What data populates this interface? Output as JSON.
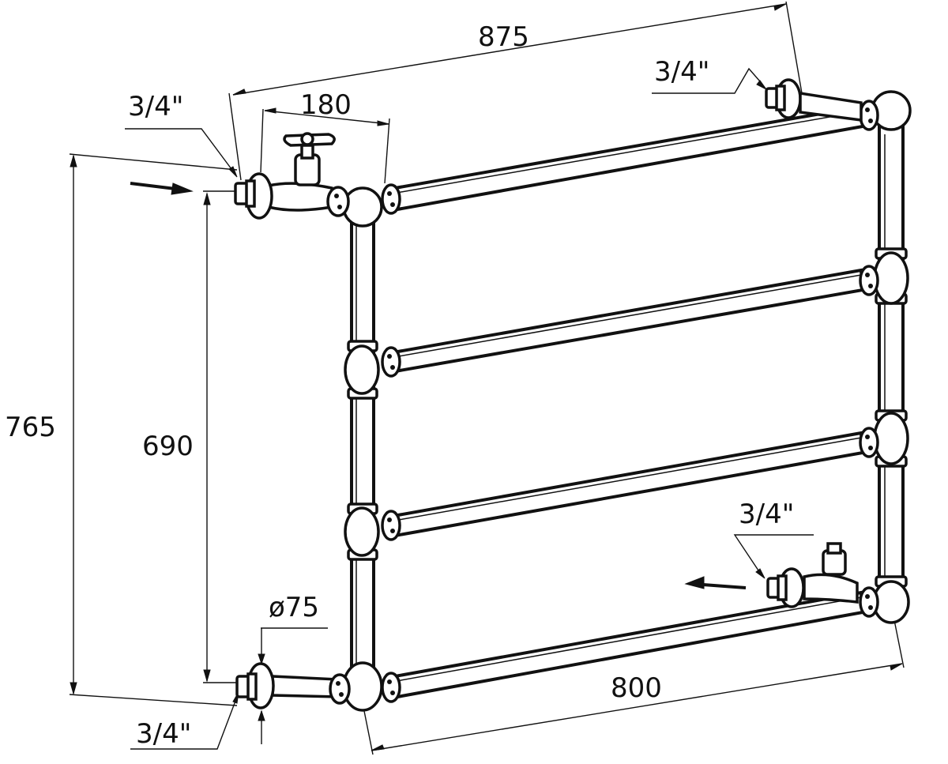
{
  "dimensions": {
    "overall_width": "875",
    "valve_offset": "180",
    "overall_height": "765",
    "center_height": "690",
    "bottom_width": "800",
    "diameter": "ø75"
  },
  "connections": {
    "inlet_top_left": "3/4\"",
    "top_right": "3/4\"",
    "bottom_right": "3/4\"",
    "bottom_left": "3/4\""
  },
  "colors": {
    "line": "#111111",
    "background": "#ffffff"
  },
  "icons": [
    "flow-arrow-icon",
    "hand-wheel-valve-icon"
  ]
}
